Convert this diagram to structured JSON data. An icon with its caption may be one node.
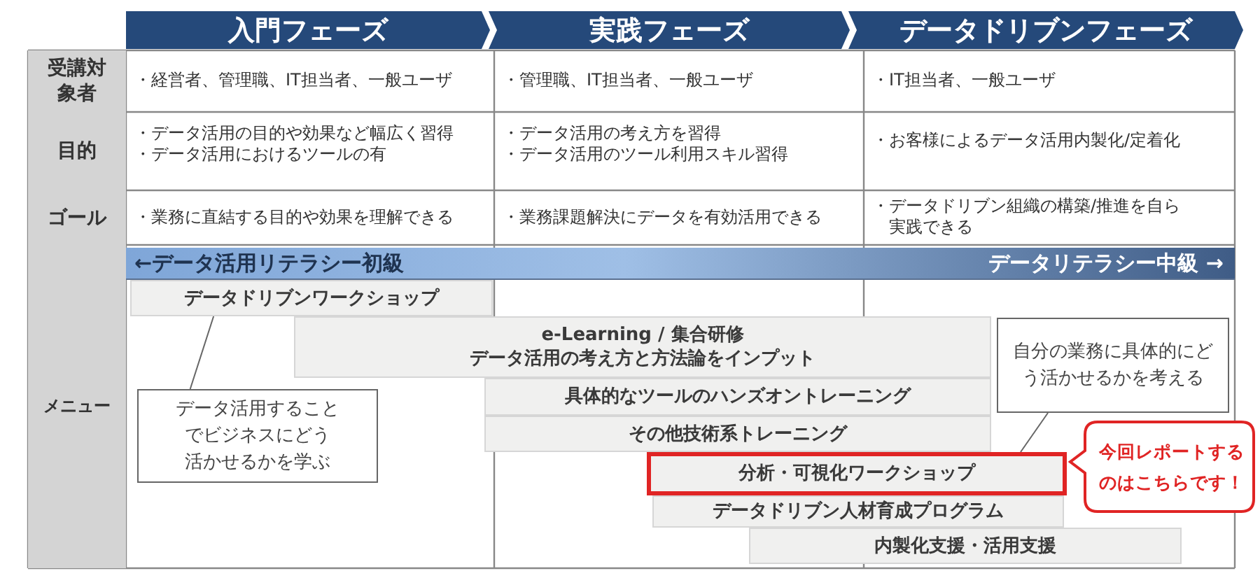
{
  "diagram": {
    "nodes": [
      {
        "text": [
          "入門フェーズ"
        ]
      },
      {
        "text": [
          "実践フェーズ"
        ]
      },
      {
        "text": [
          "データドリブンフェーズ"
        ]
      },
      {
        "text": [
          "←データ活用リテラシー初級",
          "データリテラシー中級 →"
        ]
      },
      {
        "text": [
          "データドリブンワークショップ"
        ]
      },
      {
        "text": [
          "e-Learning / 集合研修",
          "データ活用の考え方と方法論をインプット"
        ]
      },
      {
        "text": [
          "具体的なツールのハンズオントレーニング"
        ]
      },
      {
        "text": [
          "その他技術系トレーニング"
        ]
      },
      {
        "text": [
          "分析・可視化ワークショップ"
        ]
      },
      {
        "text": [
          "データドリブン人材育成プログラム"
        ]
      },
      {
        "text": [
          "内製化支援・活用支援"
        ]
      },
      {
        "text": [
          "データ活用することでビジネスにどう活かせるかを学ぶ"
        ]
      },
      {
        "text": [
          "自分の業務に具体的にどう活かせるかを考える"
        ]
      },
      {
        "text": [
          "今回レポートするのはこちらです！"
        ]
      }
    ],
    "edges": [
      {
        "from": 11,
        "to": 4,
        "arrow": "none"
      },
      {
        "from": 12,
        "to": 8,
        "arrow": "none"
      }
    ],
    "labels": [
      "受講対象者",
      "・経営者、管理職、IT担当者、一般ユーザ",
      "・管理職、IT担当者、一般ユーザ",
      "・IT担当者、一般ユーザ",
      "目的",
      "・データ活用の目的や効果など幅広く習得",
      "・データ活用におけるツールの有",
      "・データ活用の考え方を習得",
      "・データ活用のツール利用スキル習得",
      "・お客様によるデータ活用内製化/定着化",
      "ゴール",
      "・業務に直結する目的や効果を理解できる",
      "・業務課題解決にデータを有効活用できる",
      "・データドリブン組織の構築/推進を自ら実践できる",
      "メニュー"
    ]
  }
}
